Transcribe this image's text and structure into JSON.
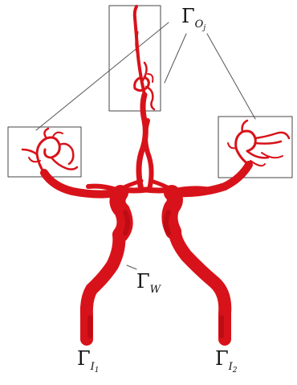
{
  "colors": {
    "vessel": "#d8121a",
    "vessel_shade": "#a8080e",
    "frame": "#444444",
    "leader": "#555555",
    "text": "#111111"
  },
  "labels": {
    "outlet": {
      "symbol": "Γ",
      "sub": "O",
      "subsub": "j"
    },
    "wall": {
      "symbol": "Γ",
      "sub": "W"
    },
    "inlet1": {
      "symbol": "Γ",
      "sub": "I",
      "subsub": "1"
    },
    "inlet2": {
      "symbol": "Γ",
      "sub": "I",
      "subsub": "2"
    }
  }
}
